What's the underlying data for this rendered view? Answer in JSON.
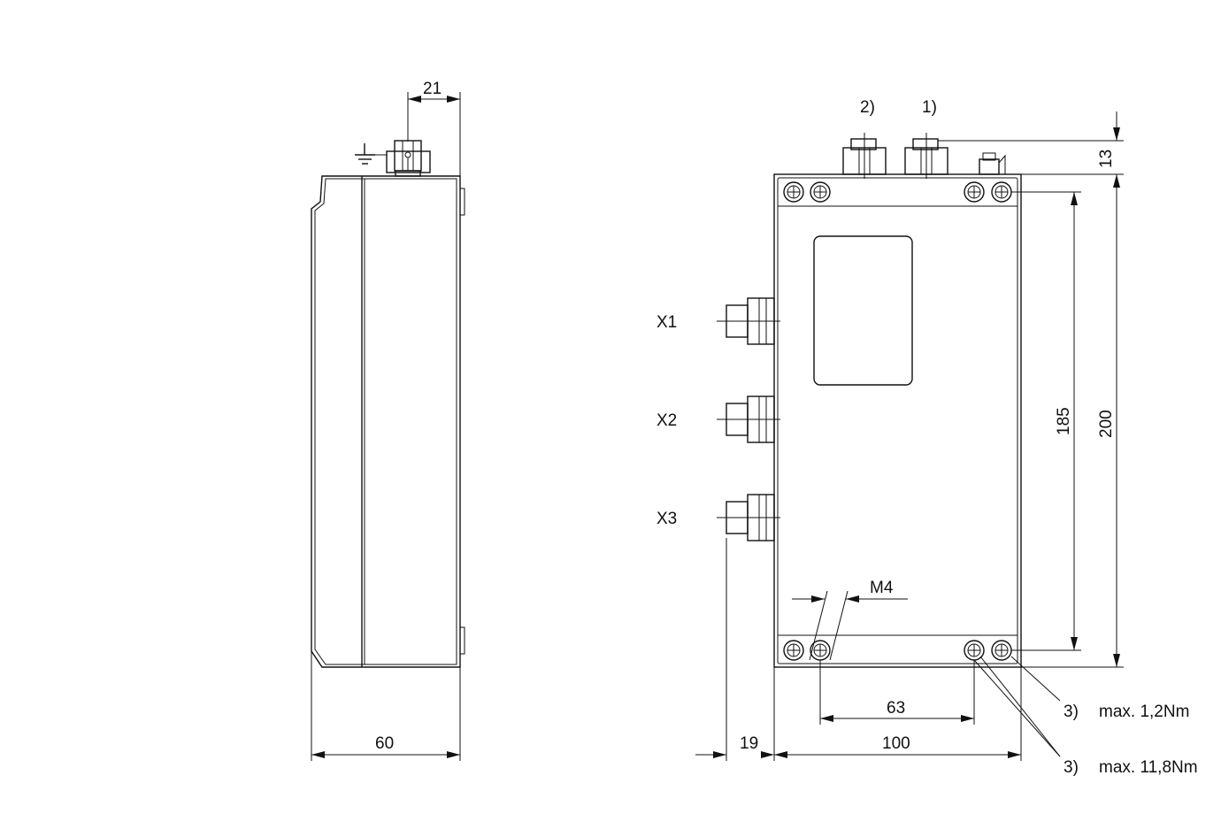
{
  "dimensions": {
    "side_top_offset": "21",
    "side_depth": "60",
    "top_connector_height": "13",
    "total_height": "200",
    "hole_spacing_vertical": "185",
    "hole_spacing_horizontal": "63",
    "width": "100",
    "left_connector_offset": "19"
  },
  "callouts": {
    "connector_1": "1)",
    "connector_2": "2)",
    "screw_inner": "3)",
    "screw_outer": "3)",
    "torque_inner": "max. 1,2Nm",
    "torque_outer": "max. 11,8Nm",
    "thread": "M4"
  },
  "connectors": {
    "x1": "X1",
    "x2": "X2",
    "x3": "X3"
  },
  "icons": {
    "ground": "ground-icon"
  }
}
